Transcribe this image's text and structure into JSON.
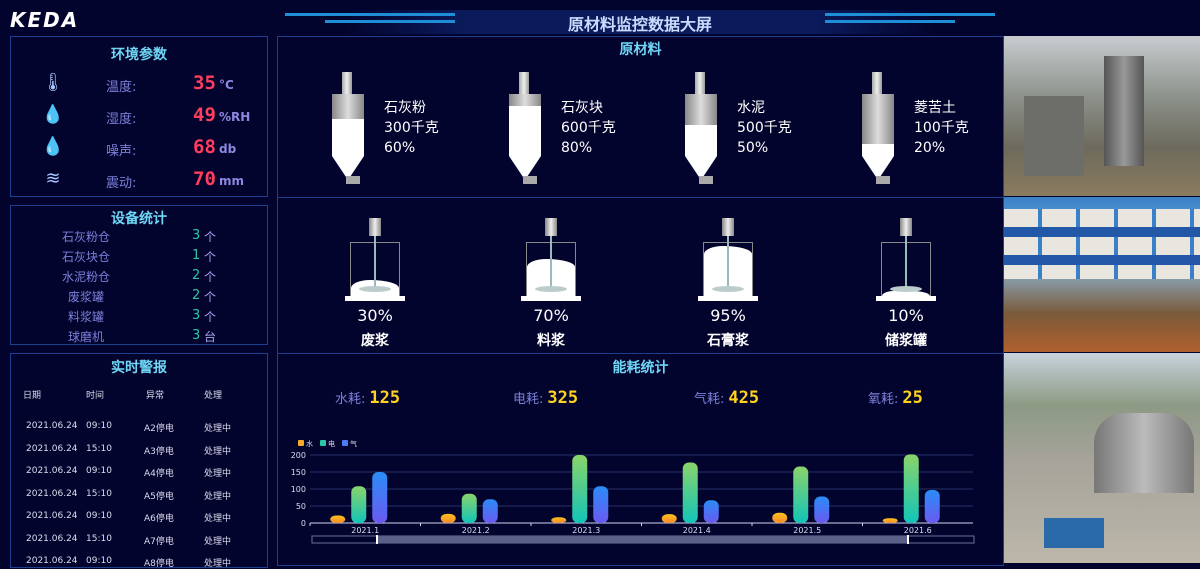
{
  "brand": "KEDA",
  "header": {
    "title": "原材料监控数据大屏"
  },
  "env": {
    "title": "环境参数",
    "items": [
      {
        "icon": "thermometer-icon",
        "glyph": "🌡",
        "label": "温度:",
        "value": "35",
        "unit": "°C"
      },
      {
        "icon": "humidity-drop-icon",
        "glyph": "💧",
        "label": "湿度:",
        "value": "49",
        "unit": "%RH"
      },
      {
        "icon": "noise-drop-icon",
        "glyph": "💧",
        "label": "噪声:",
        "value": "68",
        "unit": "db"
      },
      {
        "icon": "vibration-wave-icon",
        "glyph": "≋",
        "label": "震动:",
        "value": "70",
        "unit": "mm"
      }
    ]
  },
  "devices": {
    "title": "设备统计",
    "items": [
      {
        "name": "石灰粉仓",
        "count": "3",
        "unit": "个"
      },
      {
        "name": "石灰块仓",
        "count": "1",
        "unit": "个"
      },
      {
        "name": "水泥粉仓",
        "count": "2",
        "unit": "个"
      },
      {
        "name": "废浆罐",
        "count": "2",
        "unit": "个"
      },
      {
        "name": "料浆罐",
        "count": "3",
        "unit": "个"
      },
      {
        "name": "球磨机",
        "count": "3",
        "unit": "台"
      }
    ]
  },
  "alerts": {
    "title": "实时警报",
    "headers": [
      "日期",
      "时间",
      "异常",
      "处理"
    ],
    "rows": [
      [
        "2021.06.24",
        "09:10",
        "A2停电",
        "处理中"
      ],
      [
        "2021.06.24",
        "15:10",
        "A3停电",
        "处理中"
      ],
      [
        "2021.06.24",
        "09:10",
        "A4停电",
        "处理中"
      ],
      [
        "2021.06.24",
        "15:10",
        "A5停电",
        "处理中"
      ],
      [
        "2021.06.24",
        "09:10",
        "A6停电",
        "处理中"
      ],
      [
        "2021.06.24",
        "15:10",
        "A7停电",
        "处理中"
      ],
      [
        "2021.06.24",
        "09:10",
        "A8停电",
        "处理中"
      ]
    ]
  },
  "raw": {
    "title": "原材料",
    "items": [
      {
        "name": "石灰粉",
        "weight": "300千克",
        "pct": "60%",
        "level": 60
      },
      {
        "name": "石灰块",
        "weight": "600千克",
        "pct": "80%",
        "level": 80
      },
      {
        "name": "水泥",
        "weight": "500千克",
        "pct": "50%",
        "level": 50
      },
      {
        "name": "菱苦土",
        "weight": "100千克",
        "pct": "20%",
        "level": 20
      }
    ]
  },
  "mixers": [
    {
      "pct": "30%",
      "name": "废浆",
      "level": 30
    },
    {
      "pct": "70%",
      "name": "料浆",
      "level": 70
    },
    {
      "pct": "95%",
      "name": "石膏浆",
      "level": 95
    },
    {
      "pct": "10%",
      "name": "储浆罐",
      "level": 10
    }
  ],
  "energy": {
    "title": "能耗统计",
    "items": [
      {
        "label": "水耗:",
        "value": "125"
      },
      {
        "label": "电耗:",
        "value": "325"
      },
      {
        "label": "气耗:",
        "value": "425"
      },
      {
        "label": "氧耗:",
        "value": "25"
      }
    ]
  },
  "chart_data": {
    "type": "bar",
    "categories": [
      "2021.1",
      "2021.2",
      "2021.3",
      "2021.4",
      "2021.5",
      "2021.6"
    ],
    "series": [
      {
        "name": "水",
        "color": "#f7a928",
        "values": [
          22,
          27,
          17,
          26,
          30,
          14
        ]
      },
      {
        "name": "电",
        "color": "#2cc6a8",
        "values": [
          108,
          86,
          200,
          178,
          166,
          202
        ]
      },
      {
        "name": "气",
        "color": "#4a7cf6",
        "values": [
          150,
          70,
          108,
          67,
          78,
          97
        ]
      }
    ],
    "yticks": [
      "0",
      "50",
      "100",
      "150",
      "200"
    ],
    "ylim": [
      0,
      200
    ],
    "grid": true,
    "legend": "top-left"
  }
}
